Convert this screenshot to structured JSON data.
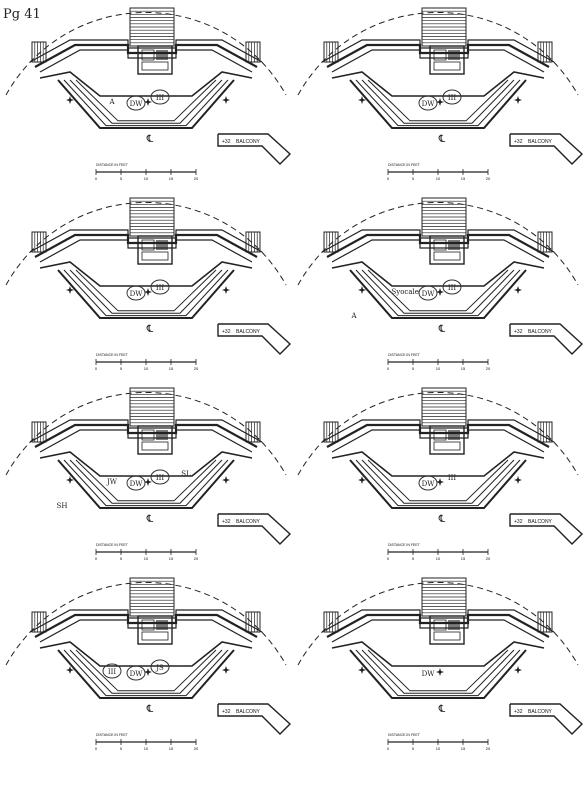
{
  "page": {
    "number_mark": "Pg 41",
    "tint_ink": "#222222",
    "pen_ink": "#333333"
  },
  "plan": {
    "balcony_label": "BALCONY",
    "balcony_elevation": "+32",
    "centerline_mark": "℄",
    "scale_caption": "DISTANCE IN FEET",
    "scale_ticks": [
      "0",
      "5",
      "10",
      "15",
      "20"
    ]
  },
  "panels": [
    {
      "id": "p1",
      "annotations": [
        {
          "text": "DW",
          "kind": "circled"
        },
        {
          "text": "III",
          "kind": "circled"
        },
        {
          "text": "A",
          "kind": "plain"
        }
      ]
    },
    {
      "id": "p2",
      "annotations": [
        {
          "text": "DW",
          "kind": "circled"
        },
        {
          "text": "III",
          "kind": "circled"
        }
      ]
    },
    {
      "id": "p3",
      "annotations": [
        {
          "text": "DW",
          "kind": "circled"
        },
        {
          "text": "III",
          "kind": "circled"
        }
      ]
    },
    {
      "id": "p4",
      "annotations": [
        {
          "text": "DW",
          "kind": "circled"
        },
        {
          "text": "III",
          "kind": "circled"
        },
        {
          "text": "-Syocale",
          "kind": "plain"
        },
        {
          "text": "A",
          "kind": "plain"
        }
      ]
    },
    {
      "id": "p5",
      "annotations": [
        {
          "text": "DW",
          "kind": "circled"
        },
        {
          "text": "III",
          "kind": "circled"
        },
        {
          "text": "JW",
          "kind": "plain"
        },
        {
          "text": "SH",
          "kind": "plain"
        },
        {
          "text": "SL",
          "kind": "plain"
        }
      ]
    },
    {
      "id": "p6",
      "annotations": [
        {
          "text": "DW",
          "kind": "circled"
        },
        {
          "text": "III",
          "kind": "plain"
        }
      ]
    },
    {
      "id": "p7",
      "annotations": [
        {
          "text": "DW",
          "kind": "circled"
        },
        {
          "text": "JS",
          "kind": "circled"
        },
        {
          "text": "III",
          "kind": "circled"
        }
      ]
    },
    {
      "id": "p8",
      "annotations": [
        {
          "text": "DW",
          "kind": "plain"
        }
      ]
    }
  ]
}
